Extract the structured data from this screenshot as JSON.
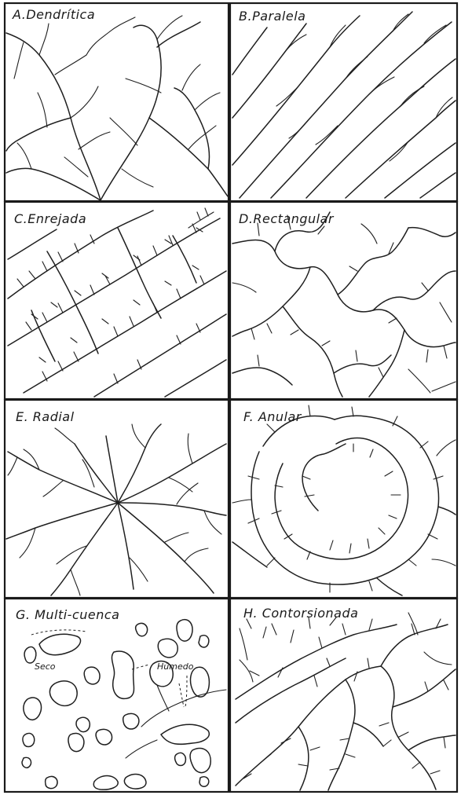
{
  "panels": {
    "a": {
      "label": "A.Dendrítica"
    },
    "b": {
      "label": "B.Paralela"
    },
    "c": {
      "label": "C.Enrejada"
    },
    "d": {
      "label": "D.Rectangular"
    },
    "e": {
      "label": "E. Radial"
    },
    "f": {
      "label": "F. Anular"
    },
    "g": {
      "label": "G. Multi-cuenca",
      "label_dry": "Seco",
      "label_wet": "Húmedo"
    },
    "h": {
      "label": "H. Contorsionada"
    }
  }
}
